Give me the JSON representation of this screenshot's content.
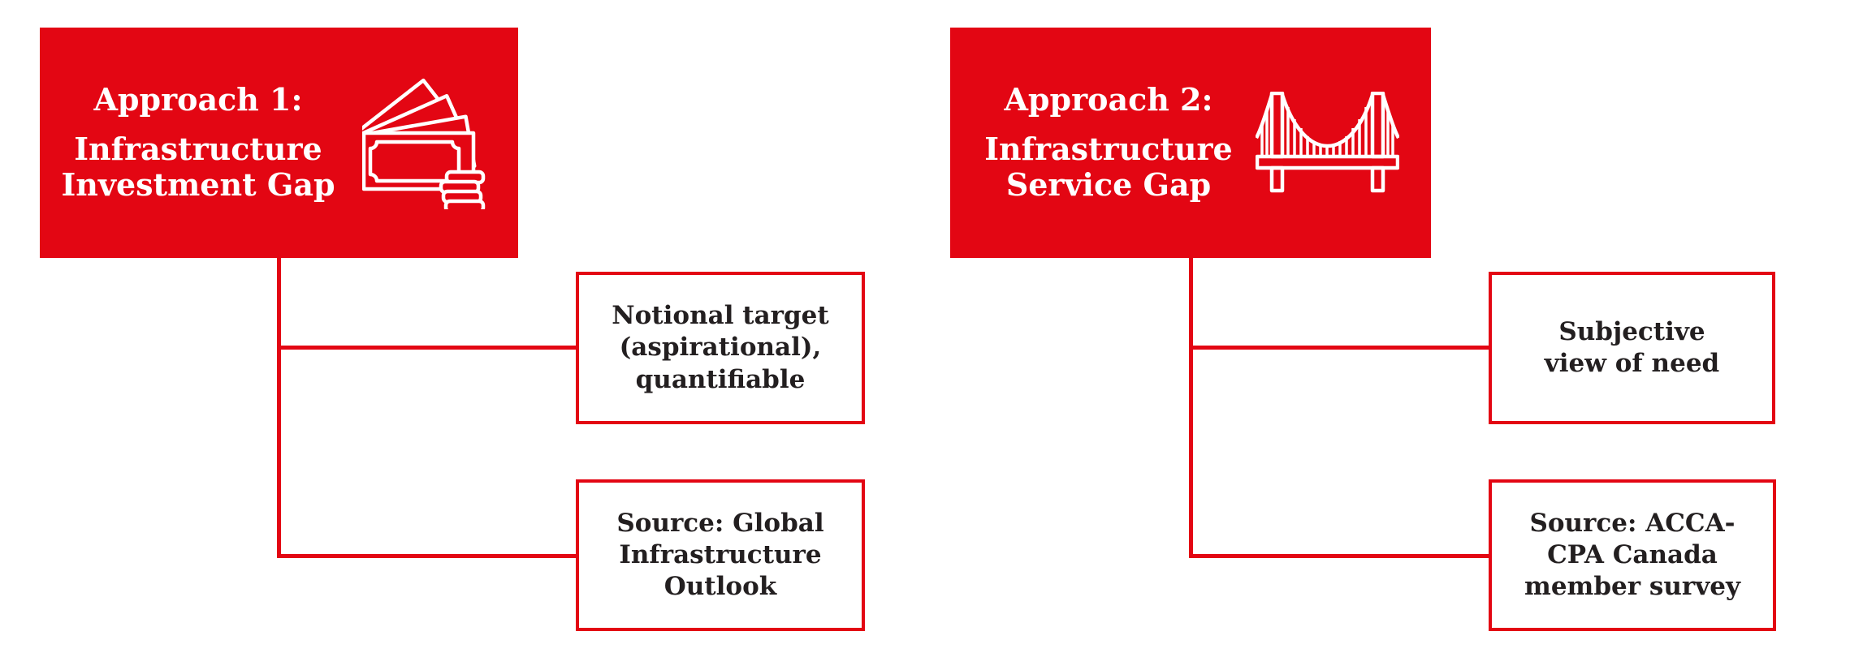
{
  "colors": {
    "accent_red": "#E30613",
    "text_dark": "#231F20",
    "text_light": "#FFFFFF",
    "background": "#FFFFFF"
  },
  "approaches": [
    {
      "title": "Approach 1:",
      "subtitle_lines": [
        "Infrastructure",
        "Investment Gap"
      ],
      "icon": "banknotes-icon",
      "children": [
        {
          "lines": [
            "Notional target",
            "(aspirational),",
            "quantifiable"
          ]
        },
        {
          "lines": [
            "Source: Global",
            "Infrastructure",
            "Outlook"
          ]
        }
      ]
    },
    {
      "title": "Approach 2:",
      "subtitle_lines": [
        "Infrastructure",
        "Service Gap"
      ],
      "icon": "suspension-bridge-icon",
      "children": [
        {
          "lines": [
            "Subjective",
            "view of need"
          ]
        },
        {
          "lines": [
            "Source: ACCA-",
            "CPA Canada",
            "member survey"
          ]
        }
      ]
    }
  ]
}
